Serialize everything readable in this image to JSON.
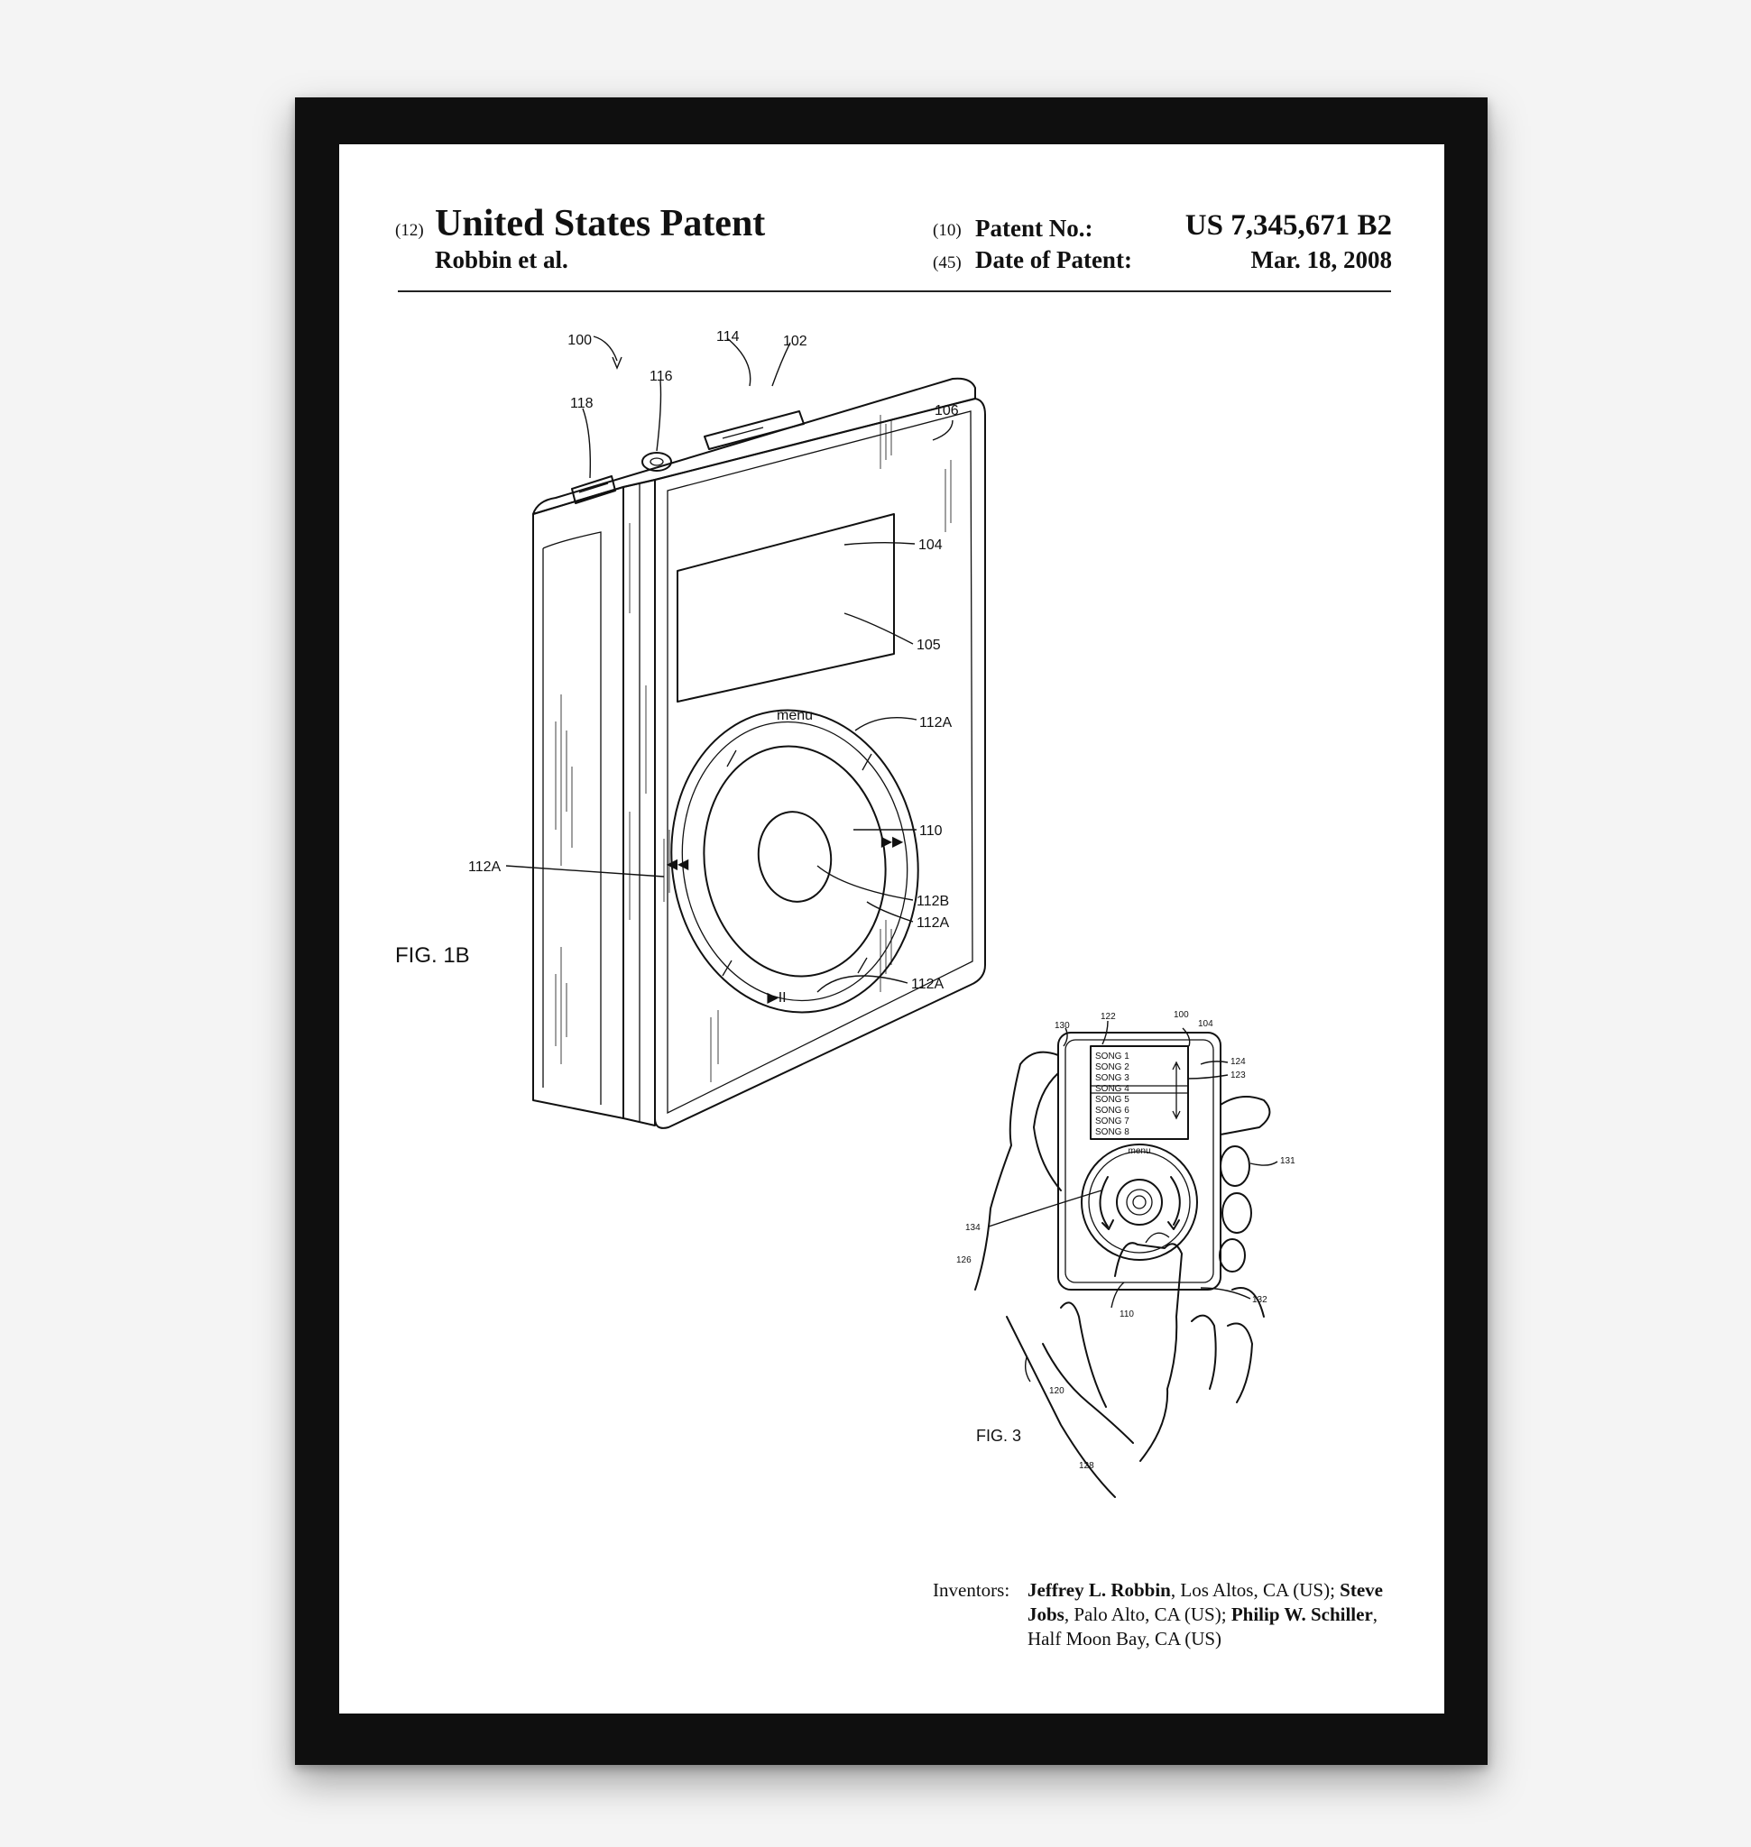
{
  "header": {
    "type_code": "(12)",
    "type_title": "United States Patent",
    "authors": "Robbin et al.",
    "patent_no_code": "(10)",
    "patent_no_label": "Patent No.:",
    "patent_no_value": "US 7,345,671 B2",
    "date_code": "(45)",
    "date_label": "Date of Patent:",
    "date_value": "Mar. 18, 2008"
  },
  "fig1b": {
    "label": "FIG. 1B",
    "wheel_top": "menu",
    "wheel_bottom": "▶II",
    "wheel_left": "◀◀",
    "wheel_right": "▶▶",
    "refs": {
      "r100": "100",
      "r114": "114",
      "r102": "102",
      "r116": "116",
      "r118": "118",
      "r106": "106",
      "r104": "104",
      "r105": "105",
      "r112a_1": "112A",
      "r110": "110",
      "r112a_2": "112A",
      "r112b": "112B",
      "r112a_3": "112A",
      "r112a_4": "112A"
    }
  },
  "fig3": {
    "label": "FIG. 3",
    "songs": [
      "SONG 1",
      "SONG 2",
      "SONG 3",
      "SONG 4",
      "SONG 5",
      "SONG 6",
      "SONG 7",
      "SONG 8"
    ],
    "wheel_top": "menu",
    "refs": {
      "r130": "130",
      "r122": "122",
      "r100": "100",
      "r104": "104",
      "r124": "124",
      "r123": "123",
      "r131": "131",
      "r134": "134",
      "r126": "126",
      "r132": "132",
      "r110": "110",
      "r120": "120",
      "r128": "128"
    }
  },
  "inventors": {
    "label": "Inventors:",
    "p1_name": "Jeffrey L. Robbin",
    "p1_loc": ", Los Altos, CA (US);",
    "p2_name": "Steve Jobs",
    "p2_loc": ", Palo Alto, CA (US);",
    "p3_name": "Philip W. Schiller",
    "p3_loc": ", Half Moon Bay, CA (US)"
  }
}
